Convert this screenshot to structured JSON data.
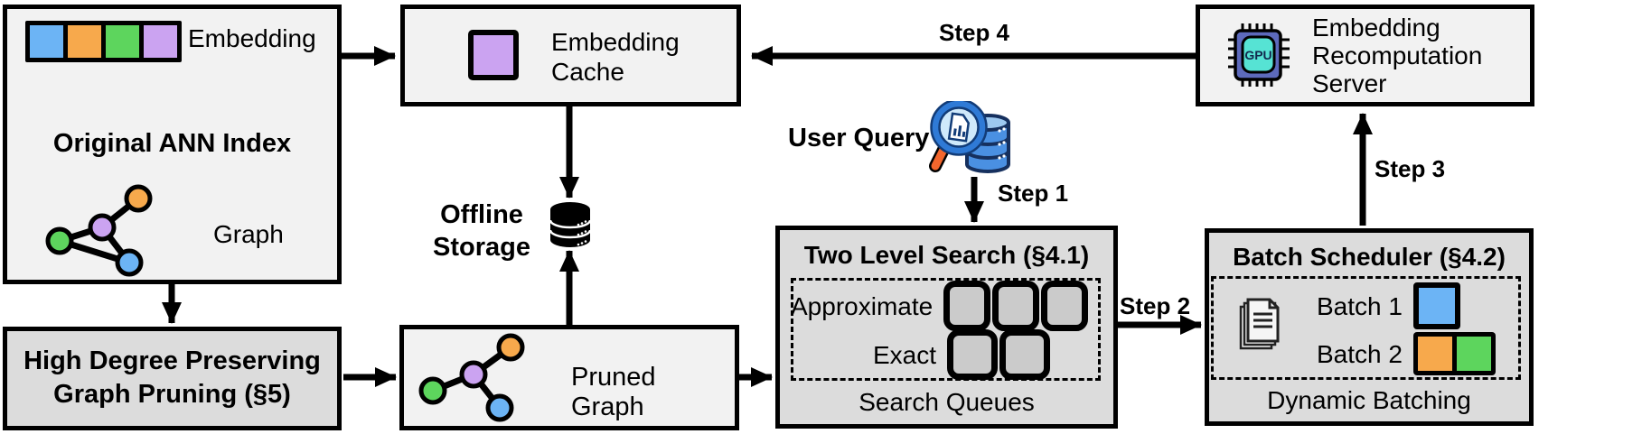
{
  "colors": {
    "box_light": "#f2f2f2",
    "box_gray": "#dcdcdc",
    "queue_fill": "#cbcbcb",
    "node_blue": "#6cb4f5",
    "node_orange": "#f7a94c",
    "node_green": "#5dd55d",
    "node_purple": "#cba3f1",
    "gpu_chip_body": "#5d6abc",
    "gpu_chip_core": "#56e3d4",
    "db_blue": "#4a90e2",
    "magnifier_handle_orange": "#f2662d"
  },
  "ann_index": {
    "title": "Original ANN Index",
    "embedding_label": "Embedding",
    "graph_label": "Graph"
  },
  "embedding_cache": {
    "label": "Embedding Cache"
  },
  "recomputation_server": {
    "label": "Embedding Recomputation Server",
    "gpu_text": "GPU"
  },
  "offline_storage": {
    "label": "Offline Storage"
  },
  "user_query": {
    "label": "User Query"
  },
  "two_level_search": {
    "title": "Two Level Search (§4.1)",
    "approximate_label": "Approximate",
    "approximate_queue_count": 3,
    "exact_label": "Exact",
    "exact_queue_count": 2,
    "footer": "Search Queues"
  },
  "batch_scheduler": {
    "title": "Batch Scheduler (§4.2)",
    "batch1_label": "Batch 1",
    "batch1_colors": [
      "blue"
    ],
    "batch2_label": "Batch 2",
    "batch2_colors": [
      "orange",
      "green"
    ],
    "footer": "Dynamic Batching"
  },
  "graph_pruning": {
    "title": "High Degree Preserving Graph Pruning (§5)"
  },
  "pruned_graph": {
    "label": "Pruned Graph"
  },
  "steps": {
    "step1": "Step 1",
    "step2": "Step 2",
    "step3": "Step 3",
    "step4": "Step 4"
  },
  "icons": [
    "embedding-vector-icon",
    "graph-icon",
    "cached-embedding-icon",
    "gpu-chip-icon",
    "query-magnifier-database-icon",
    "offline-storage-database-icon",
    "documents-stack-icon",
    "queue-slot-icon",
    "batch-squares-icon"
  ]
}
